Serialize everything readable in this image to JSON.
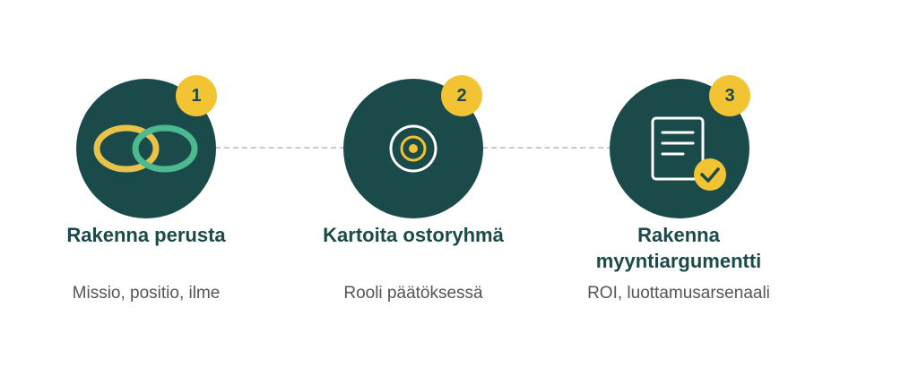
{
  "colors": {
    "circle": "#1a4a4a",
    "badge": "#f2c333",
    "accent_green": "#4cb98f",
    "title": "#1a4a4a",
    "subtitle": "#555555",
    "connector": "#c9c9c9"
  },
  "steps": [
    {
      "number": "1",
      "icon": "interlocking-rings-icon",
      "title": "Rakenna perusta",
      "subtitle": "Missio, positio, ilme"
    },
    {
      "number": "2",
      "icon": "target-icon",
      "title": "Kartoita ostoryhmä",
      "subtitle": "Rooli päätöksessä"
    },
    {
      "number": "3",
      "icon": "document-check-icon",
      "title_line1": "Rakenna",
      "title_line2": "myyntiargumentti",
      "subtitle": "ROI, luottamusarsenaali"
    }
  ]
}
